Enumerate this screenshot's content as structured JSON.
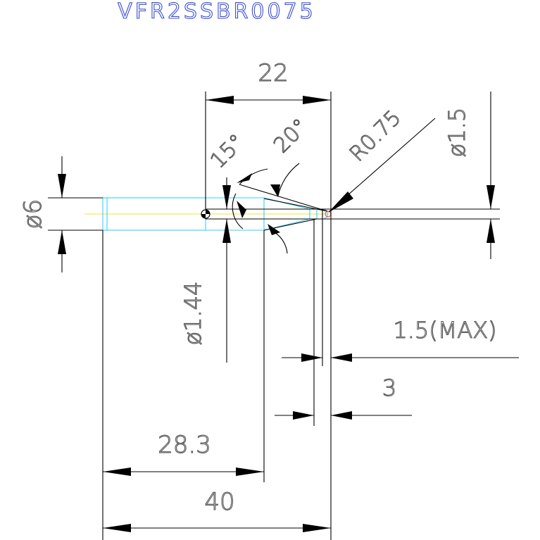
{
  "title": "VFR2SSBR0075",
  "dimensions": {
    "length_22": "22",
    "angle_15": "15°",
    "angle_20": "20°",
    "radius": "R0.75",
    "dia_1_5": "ø1.5",
    "dia_6": "ø6",
    "dia_1_44": "ø1.44",
    "max_1_5": "1.5(MAX)",
    "len_3": "3",
    "len_28_3": "28.3",
    "len_40": "40"
  },
  "colors": {
    "title": "#3b4fd0",
    "text": "#555555",
    "outline": "#30d0ff",
    "centerline": "#f5e030",
    "tip": "#ff3030"
  }
}
